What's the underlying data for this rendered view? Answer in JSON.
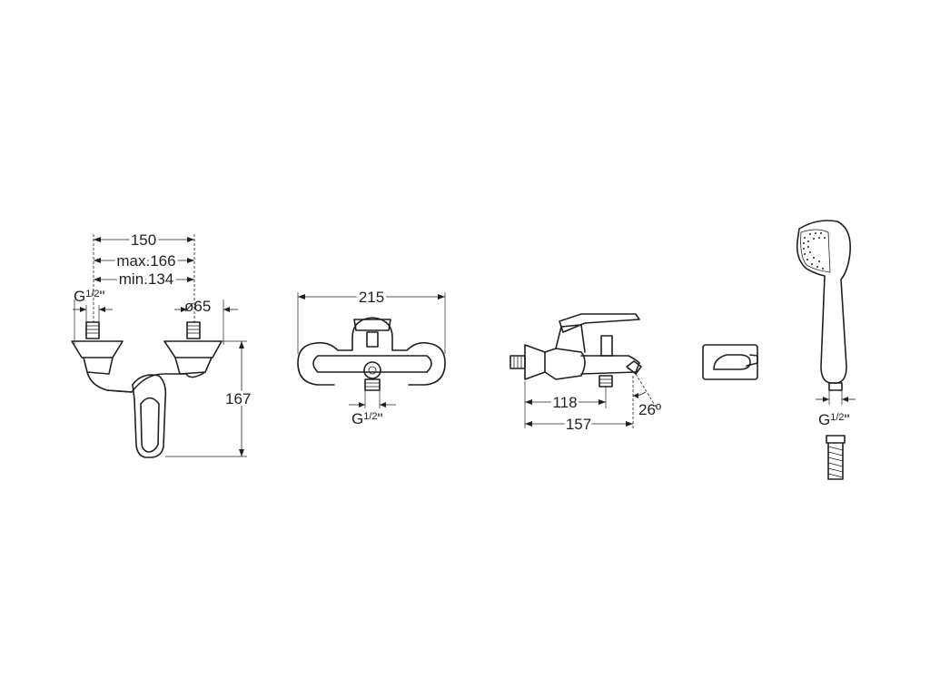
{
  "dimensions": {
    "shower_mixer": {
      "width": "150",
      "centers_max": "max.166",
      "centers_min": "min.134",
      "thread": "G",
      "thread_fraction": "1/2",
      "thread_suffix": "\"",
      "escutcheon": "ø65",
      "height": "167"
    },
    "bath_mixer_front": {
      "width": "215",
      "thread": "G",
      "thread_fraction": "1/2",
      "thread_suffix": "\""
    },
    "bath_mixer_side": {
      "outlet": "118",
      "depth": "157",
      "angle": "26º"
    },
    "hand_shower": {
      "thread": "G",
      "thread_fraction": "1/2",
      "thread_suffix": "\""
    }
  }
}
